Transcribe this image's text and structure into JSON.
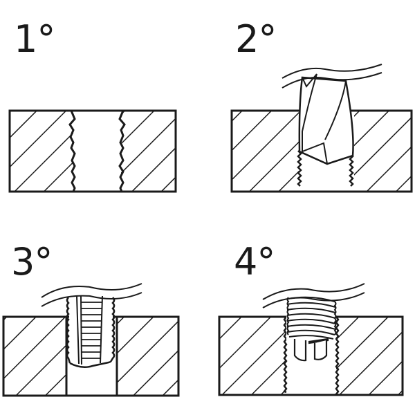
{
  "diagram": {
    "type": "process-steps",
    "subject": "threaded hole repair sequence",
    "stroke_color": "#1a1a1a",
    "background": "#ffffff",
    "steps": [
      {
        "label": "1°",
        "depicts": "damaged internal thread in hatched block"
      },
      {
        "label": "2°",
        "depicts": "drill bit enlarging the hole"
      },
      {
        "label": "3°",
        "depicts": "tap cutting new thread"
      },
      {
        "label": "4°",
        "depicts": "threaded insert installed into new thread"
      }
    ]
  }
}
